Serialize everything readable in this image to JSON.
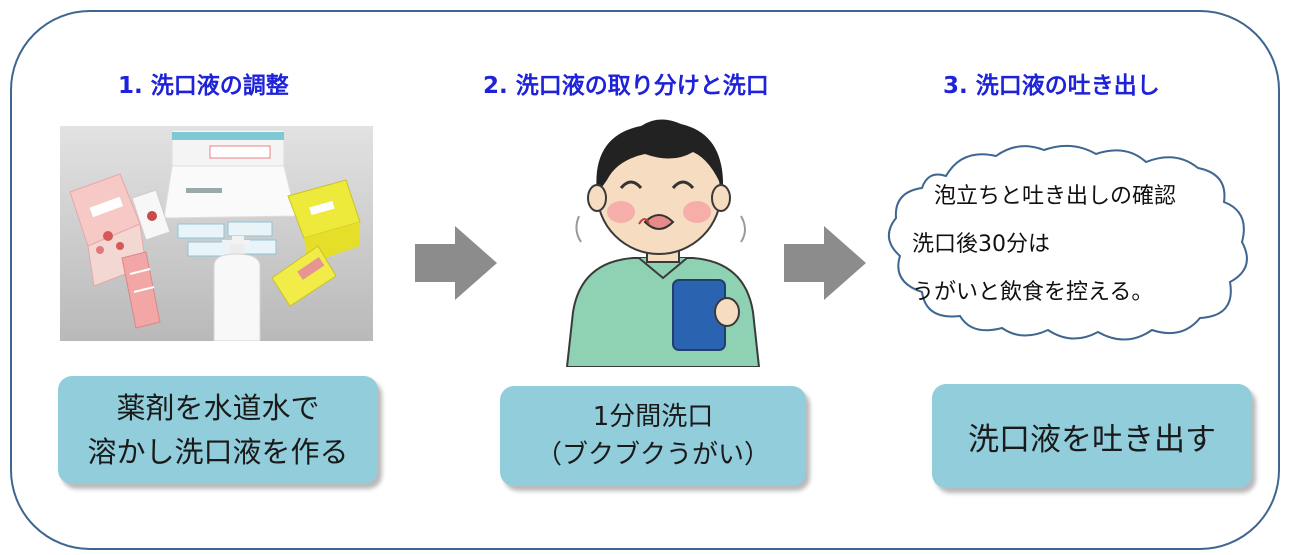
{
  "steps": [
    {
      "title": "1. 洗口液の調整",
      "caption_lines": [
        "薬剤を水道水で",
        "溶かし洗口液を作る"
      ]
    },
    {
      "title": "2. 洗口液の取り分けと洗口",
      "caption_lines": [
        "1分間洗口",
        "（ブクブクうがい）"
      ]
    },
    {
      "title": "3. 洗口液の吐き出し",
      "caption_lines": [
        "洗口液を吐き出す"
      ]
    }
  ],
  "cloud_lines": [
    "泡立ちと吐き出しの確認",
    "洗口後30分は",
    "うがいと飲食を控える。"
  ],
  "colors": {
    "title": "#1e22d8",
    "caption_bg": "#92cddc",
    "frame": "#3f6690",
    "arrow": "#8c8c8c"
  },
  "icons": [
    "box-of-packets-photo",
    "boy-rinsing-illustration",
    "right-arrow-icon",
    "thought-cloud"
  ]
}
